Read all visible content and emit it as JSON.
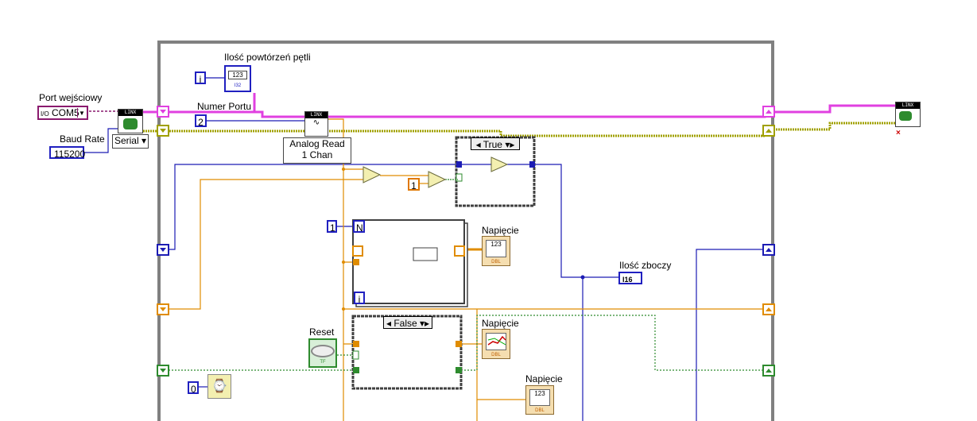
{
  "diagram": {
    "labels": {
      "port_label": "Port wejściowy",
      "port_value": "COM5",
      "baud_label": "Baud Rate",
      "baud_value": "115200",
      "serial_selector": "Serial",
      "loop_count_label": "Ilość powtórzeń pętli",
      "numer_portu_label": "Numer Portu",
      "numer_portu_value": "2",
      "analog_read_line1": "Analog Read",
      "analog_read_line2": "1 Chan",
      "case_true": "True",
      "case_false": "False",
      "const_one_a": "1",
      "const_one_b": "1",
      "loop_n": "N",
      "loop_i_top": "i",
      "loop_i_inner": "i",
      "napiecie_1": "Napięcie",
      "napiecie_2": "Napięcie",
      "napiecie_3": "Napięcie",
      "ilosc_zboczy": "Ilość zboczy",
      "i16_tag": "I16",
      "reset_label": "Reset",
      "const_zero": "0",
      "linx_tag": "LINX",
      "dbl_tag": "DBL",
      "tf_tag": "TF",
      "num_123": "123",
      "i32_tag": "I32"
    },
    "colors": {
      "frame": "#808080",
      "visa_wire": "#e040e0",
      "error_wire": "#a0a000",
      "int_wire": "#1c1cb4",
      "dbl_wire": "#e08c00",
      "bool_wire": "#2e8b2e",
      "visa_ctrl": "#8a1a6e",
      "int_ctrl": "#2020c0"
    }
  }
}
